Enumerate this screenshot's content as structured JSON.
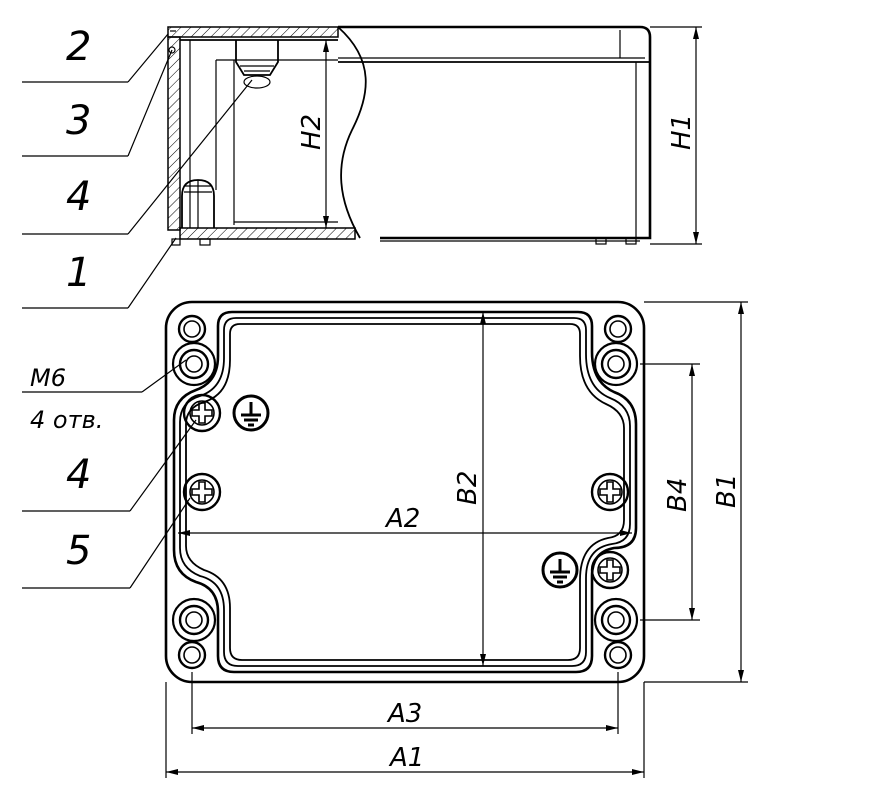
{
  "callouts_side": [
    "2",
    "3",
    "4",
    "1"
  ],
  "callouts_bottom": {
    "thread": "M6",
    "holes": "4 отв.",
    "n4": "4",
    "n5": "5"
  },
  "dimensions": {
    "h1": "H1",
    "h2": "H2",
    "b1": "B1",
    "b2": "B2",
    "b4": "B4",
    "a1": "A1",
    "a2": "A2",
    "a3": "A3"
  },
  "icons": [
    "ground-symbol-icon",
    "screw-head-icon"
  ]
}
